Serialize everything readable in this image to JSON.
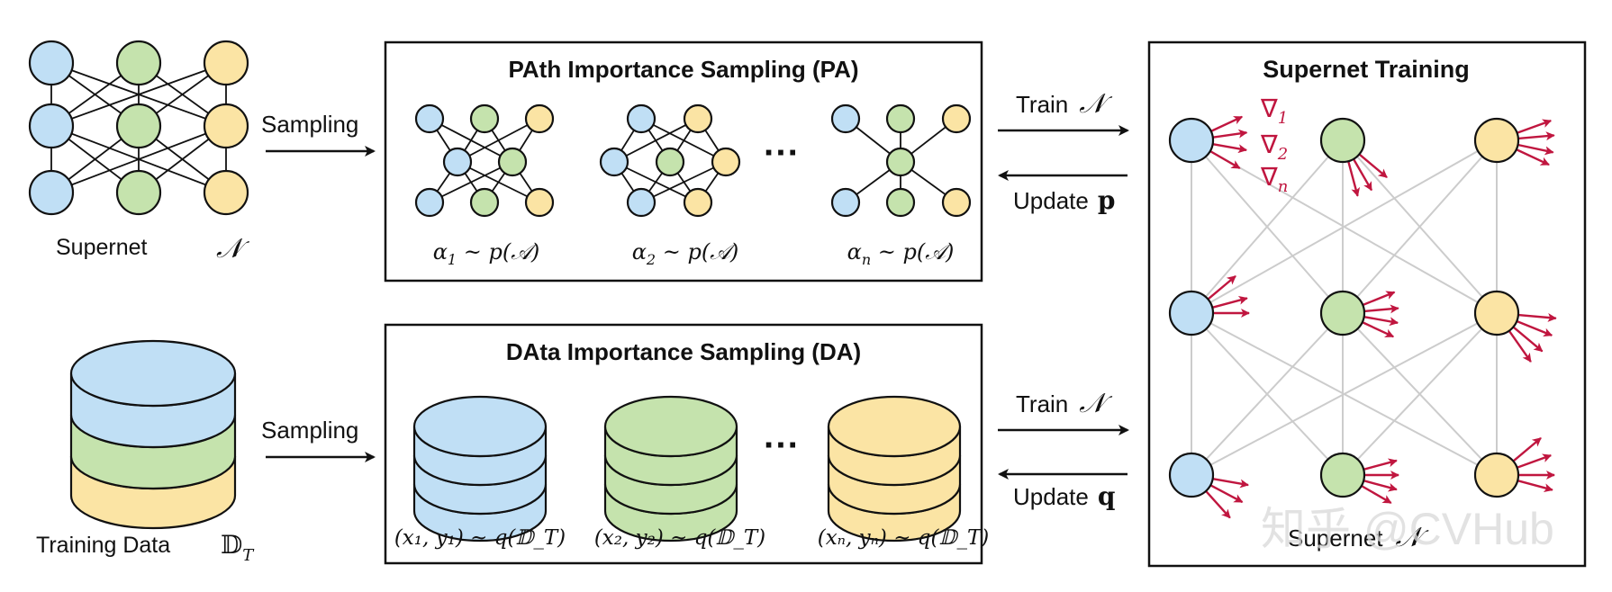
{
  "colors": {
    "blue": "#c0dff5",
    "green": "#c5e3ad",
    "yellow": "#fbe4a4",
    "stroke": "#111111",
    "gradient": "#c0163f",
    "gray_edge": "#cccccc"
  },
  "supernet": {
    "label": "Supernet",
    "symbol": "𝒩",
    "sampling_label": "Sampling"
  },
  "training_data": {
    "label": "Training Data",
    "symbol": "𝔻",
    "symbol_sub": "T",
    "sampling_label": "Sampling"
  },
  "pa_box": {
    "title": "PAth Importance Sampling (PA)",
    "ellipsis": "···",
    "captions": [
      {
        "var": "α",
        "sub": "1",
        "rest": " ~ p(𝒜)"
      },
      {
        "var": "α",
        "sub": "2",
        "rest": " ~ p(𝒜)"
      },
      {
        "var": "α",
        "sub": "n",
        "rest": " ~ p(𝒜)"
      }
    ]
  },
  "da_box": {
    "title": "DAta Importance Sampling (DA)",
    "ellipsis": "···",
    "captions": [
      "(x₁, y₁) ~ q(𝔻_T)",
      "(x₂, y₂) ~ q(𝔻_T)",
      "(xₙ, yₙ) ~ q(𝔻_T)"
    ]
  },
  "arrows": {
    "train_top": "Train",
    "train_top_symbol": "𝒩",
    "update_top": "Update",
    "update_top_symbol": "p",
    "train_bottom": "Train",
    "train_bottom_symbol": "𝒩",
    "update_bottom": "Update",
    "update_bottom_symbol": "q"
  },
  "supernet_training": {
    "title": "Supernet Training",
    "bottom_label": "Supernet",
    "bottom_symbol": "𝒩",
    "gradients": [
      "∇",
      "∇",
      "∇"
    ],
    "gradient_subs": [
      "1",
      "2",
      "n"
    ]
  },
  "watermark": "知乎 @CVHub"
}
